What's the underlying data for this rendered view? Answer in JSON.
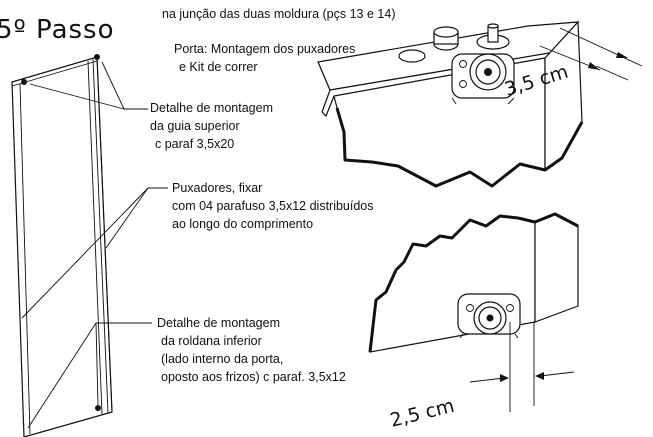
{
  "step_title": "5º Passo",
  "labels": {
    "top_note": "na junção das duas moldura (pçs 13 e 14)",
    "porta_line1": "Porta: Montagem dos puxadores",
    "porta_line2": "e Kit de correr",
    "guia_line1": "Detalhe de montagem",
    "guia_line2": "da guia superior",
    "guia_line3": "c paraf 3,5x20",
    "pux_line1": "Puxadores, fixar",
    "pux_line2": "com 04 parafuso 3,5x12 distribuídos",
    "pux_line3": "ao longo do comprimento",
    "rold_line1": "Detalhe  de montagem",
    "rold_line2": "da roldana inferior",
    "rold_line3": "(lado interno da porta,",
    "rold_line4": "oposto aos frizos) c paraf. 3,5x12"
  },
  "dimensions": {
    "upper": "3,5 cm",
    "lower": "2,5 cm"
  }
}
